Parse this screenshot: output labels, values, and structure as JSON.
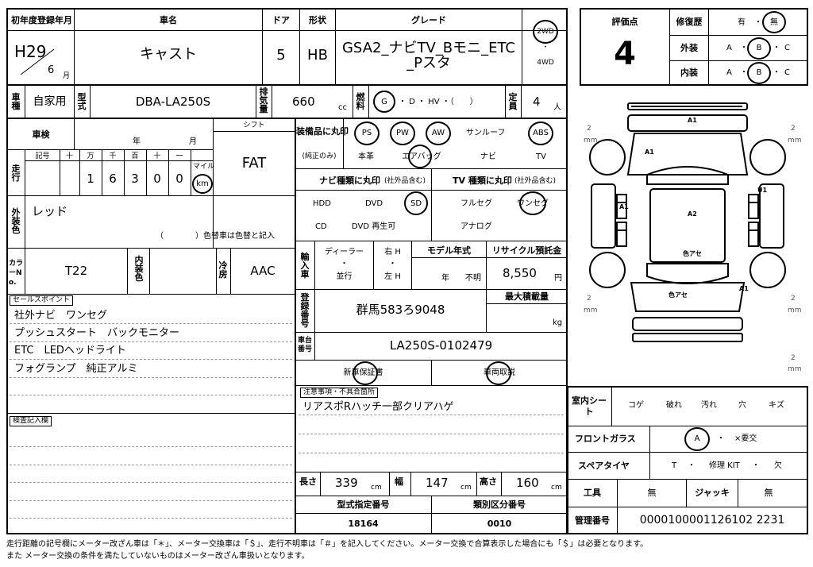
{
  "header": {
    "first_reg_label": "初年度登録年月",
    "first_reg_era": "H29",
    "first_reg_month": "6",
    "month_unit": "月",
    "name_label": "車名",
    "name": "キャスト",
    "doors_label": "ドア",
    "doors": "5",
    "shape_label": "形状",
    "shape": "HB",
    "grade_label": "グレード",
    "grade": "GSA2_ナビTV_Bモニ_ETC_Pスタ",
    "drive_2wd": "2WD",
    "drive_dot": "・",
    "drive_4wd": "4WD"
  },
  "eval": {
    "score_label": "評価点",
    "score": "4",
    "repair_label": "修復歴",
    "repair_yes": "有",
    "repair_dot": "・",
    "repair_no": "無",
    "exterior_label": "外装",
    "interior_label": "内装",
    "grade_a": "A",
    "grade_b": "B",
    "grade_c": "C",
    "dot": "・"
  },
  "row2": {
    "use_label": "車種",
    "use": "自家用",
    "model_label": "型式",
    "model": "DBA-LA250S",
    "disp_label": "排気量",
    "disp": "660",
    "cc": "cc",
    "fuel_label": "燃料",
    "fuel_g": "G",
    "fuel_rest": "・ D ・ HV ・（　　）",
    "cap_label": "定員",
    "cap": "4",
    "cap_unit": "人"
  },
  "left": {
    "shaken_label": "車検",
    "year_unit": "年",
    "month_unit": "月",
    "shift_label": "シフト",
    "shift": "FAT",
    "mileage_label": "走行",
    "kigo_label": "記号",
    "odo_headers": [
      "十",
      "万",
      "千",
      "百",
      "十",
      "一"
    ],
    "odo_digits": [
      "",
      "1",
      "6",
      "3",
      "0",
      "0"
    ],
    "mile_label": "マイル",
    "km_label": "km",
    "color_label": "外装色",
    "color": "レッド",
    "color_note": "（　　　　）色替車は色替と記入",
    "colorno_label": "カラーNo.",
    "colorno": "T22",
    "int_color_label": "内装色",
    "ac_label": "冷房",
    "ac": "AAC",
    "sales_label": "セールスポイント",
    "sales_points": [
      "社外ナビ　ワンセグ",
      "プッシュスタート　バックモニター",
      "ETC　LEDヘッドライト",
      "フォグランプ　純正アルミ"
    ],
    "inspect_label": "検査記入欄"
  },
  "equip": {
    "label": "装備品に丸印",
    "sub": "(純正のみ)",
    "ps": "PS",
    "pw": "PW",
    "aw": "AW",
    "sunroof": "サンルーフ",
    "abs": "ABS",
    "leather": "本革",
    "airbag": "エアバッグ",
    "navi": "ナビ",
    "tv": "TV",
    "navi_type_label": "ナビ種類に丸印",
    "navi_type_sub": "(社外品含む)",
    "hdd": "HDD",
    "dvd": "DVD",
    "sd": "SD",
    "cd": "CD",
    "dvd_play": "DVD 再生可",
    "tv_type_label": "TV 種類に丸印",
    "tv_type_sub": "(社外品含む)",
    "fullseg": "フルセグ",
    "oneseg": "ワンセグ",
    "analog": "アナログ"
  },
  "import": {
    "label": "輸入車",
    "dealer": "ディーラー",
    "dot": "・",
    "parallel": "並行",
    "right_h": "右 H",
    "left_h": "左 H",
    "model_year_label": "モデル年式",
    "year_unit": "年",
    "unknown": "不明",
    "recycle_label": "リサイクル預託金",
    "recycle": "8,550",
    "yen": "円"
  },
  "reg": {
    "label": "登録番号",
    "number": "群馬583ろ9048",
    "max_load_label": "最大積載量",
    "kg": "kg",
    "chassis_label": "車台番号",
    "chassis": "LA250S-0102479",
    "warranty": "新車保証書",
    "manual": "車両取説",
    "notes_label": "注意事項・不具合箇所",
    "notes": "リアスポRハッチ一部クリアハゲ"
  },
  "dims": {
    "length_label": "長さ",
    "length": "339",
    "width_label": "幅",
    "width": "147",
    "height_label": "高さ",
    "height": "160",
    "cm": "cm",
    "type_no_label": "型式指定番号",
    "type_no": "18164",
    "class_no_label": "類別区分番号",
    "class_no": "0010"
  },
  "diagram": {
    "mm": "mm",
    "tire_2": "2",
    "marks": [
      "A1",
      "A1",
      "U1",
      "A1",
      "A2",
      "色アセ",
      "色アセ",
      "A1"
    ]
  },
  "interior": {
    "seat_label": "室内シート",
    "items": [
      "コゲ",
      "破れ",
      "汚れ",
      "穴",
      "キズ"
    ],
    "glass_label": "フロントガラス",
    "glass_a": "A",
    "glass_dot": "・",
    "glass_replace": "×要交",
    "spare_label": "スペアタイヤ",
    "spare_t": "T",
    "spare_kit": "修理 KIT",
    "spare_none": "欠",
    "tools_label": "工具",
    "tools": "無",
    "jack_label": "ジャッキ",
    "jack": "無",
    "mgmt_label": "管理番号",
    "mgmt": "0000100001126102 2231"
  },
  "footer": {
    "line1": "走行距離の記号欄にメーター改ざん車は「＊」、メーター交換車は「＄」、走行不明車は「＃」を記入してください。メーター交換で合算表示した場合にも「＄」は必要となります。",
    "line2": "また メーター交換の条件を満たしていないものはメーター改ざん車扱いとなります。"
  }
}
